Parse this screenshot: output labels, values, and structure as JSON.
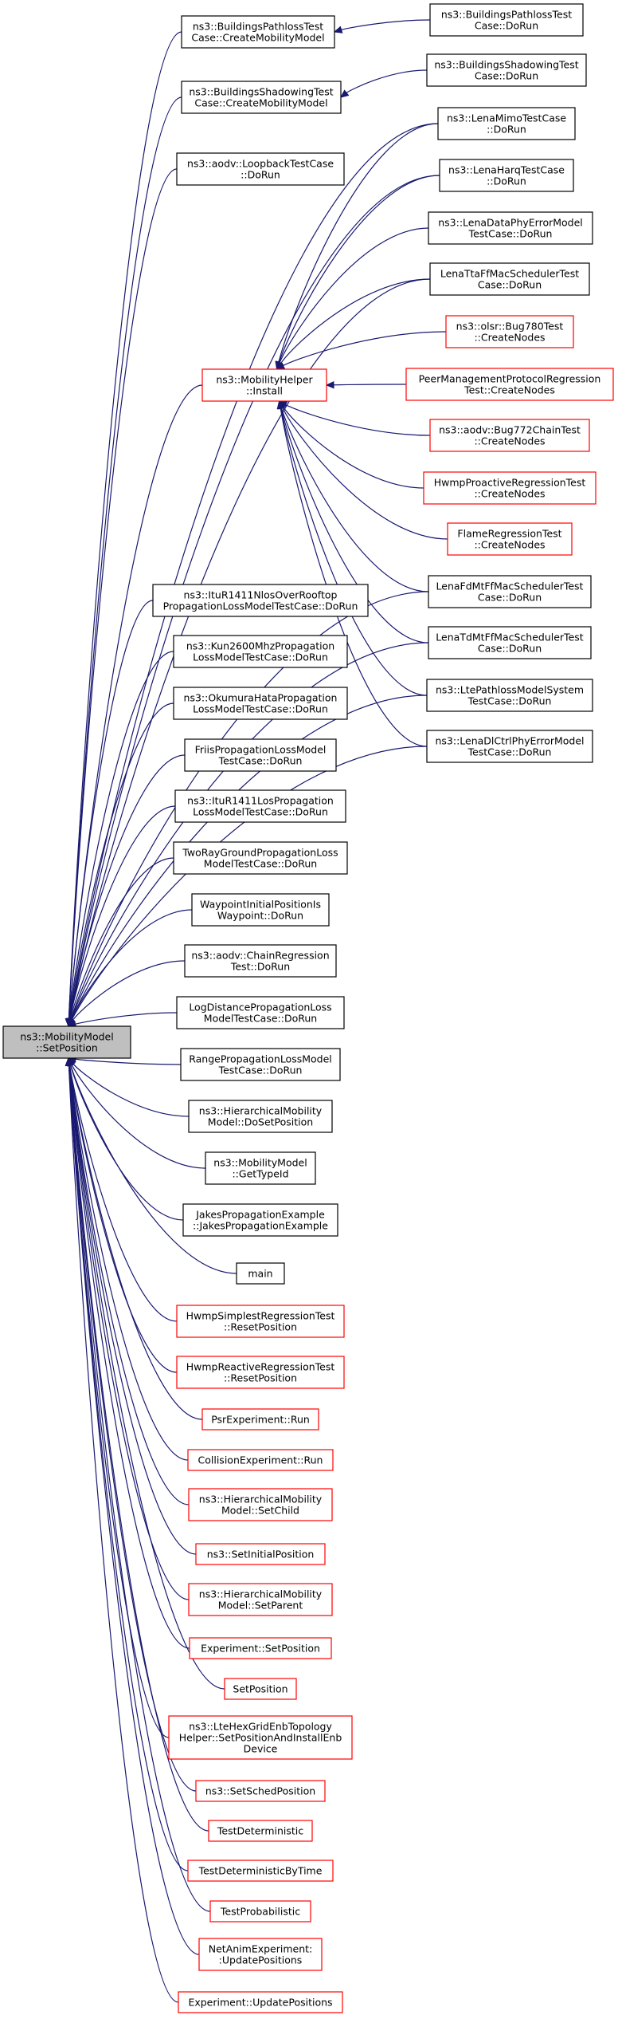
{
  "root": {
    "id": "root",
    "lines": [
      "ns3::MobilityModel",
      "::SetPosition"
    ]
  },
  "helper": {
    "id": "helper",
    "lines": [
      "ns3::MobilityHelper",
      "::Install"
    ],
    "color": "#ff0000"
  },
  "nodes": [
    {
      "id": "bpl_cmm",
      "lines": [
        "ns3::BuildingsPathlossTest",
        "Case::CreateMobilityModel"
      ],
      "color": "#000000"
    },
    {
      "id": "bst_cmm",
      "lines": [
        "ns3::BuildingsShadowingTest",
        "Case::CreateMobilityModel"
      ],
      "color": "#000000"
    },
    {
      "id": "aodv_loop",
      "lines": [
        "ns3::aodv::LoopbackTestCase",
        "::DoRun"
      ],
      "color": "#000000"
    },
    {
      "id": "itu_nlos",
      "lines": [
        "ns3::ItuR1411NlosOverRooftop",
        "PropagationLossModelTestCase::DoRun"
      ],
      "color": "#000000"
    },
    {
      "id": "kun",
      "lines": [
        "ns3::Kun2600MhzPropagation",
        "LossModelTestCase::DoRun"
      ],
      "color": "#000000"
    },
    {
      "id": "okumura",
      "lines": [
        "ns3::OkumuraHataPropagation",
        "LossModelTestCase::DoRun"
      ],
      "color": "#000000"
    },
    {
      "id": "friis",
      "lines": [
        "FriisPropagationLossModel",
        "TestCase::DoRun"
      ],
      "color": "#000000"
    },
    {
      "id": "itu_los",
      "lines": [
        "ns3::ItuR1411LosPropagation",
        "LossModelTestCase::DoRun"
      ],
      "color": "#000000"
    },
    {
      "id": "tworay",
      "lines": [
        "TwoRayGroundPropagationLoss",
        "ModelTestCase::DoRun"
      ],
      "color": "#000000"
    },
    {
      "id": "waypoint",
      "lines": [
        "WaypointInitialPositionIs",
        "Waypoint::DoRun"
      ],
      "color": "#000000"
    },
    {
      "id": "aodv_chain",
      "lines": [
        "ns3::aodv::ChainRegression",
        "Test::DoRun"
      ],
      "color": "#000000"
    },
    {
      "id": "logdist",
      "lines": [
        "LogDistancePropagationLoss",
        "ModelTestCase::DoRun"
      ],
      "color": "#000000"
    },
    {
      "id": "range",
      "lines": [
        "RangePropagationLossModel",
        "TestCase::DoRun"
      ],
      "color": "#000000"
    },
    {
      "id": "hier_dsp",
      "lines": [
        "ns3::HierarchicalMobility",
        "Model::DoSetPosition"
      ],
      "color": "#000000"
    },
    {
      "id": "mm_gti",
      "lines": [
        "ns3::MobilityModel",
        "::GetTypeId"
      ],
      "color": "#000000"
    },
    {
      "id": "jakes",
      "lines": [
        "JakesPropagationExample",
        "::JakesPropagationExample"
      ],
      "color": "#000000"
    },
    {
      "id": "main",
      "lines": [
        "main"
      ],
      "color": "#000000"
    },
    {
      "id": "hwmp_simp",
      "lines": [
        "HwmpSimplestRegressionTest",
        "::ResetPosition"
      ],
      "color": "#ff0000"
    },
    {
      "id": "hwmp_react",
      "lines": [
        "HwmpReactiveRegressionTest",
        "::ResetPosition"
      ],
      "color": "#ff0000"
    },
    {
      "id": "psr",
      "lines": [
        "PsrExperiment::Run"
      ],
      "color": "#ff0000"
    },
    {
      "id": "collision",
      "lines": [
        "CollisionExperiment::Run"
      ],
      "color": "#ff0000"
    },
    {
      "id": "hier_sc",
      "lines": [
        "ns3::HierarchicalMobility",
        "Model::SetChild"
      ],
      "color": "#ff0000"
    },
    {
      "id": "setinit",
      "lines": [
        "ns3::SetInitialPosition"
      ],
      "color": "#ff0000"
    },
    {
      "id": "hier_sp",
      "lines": [
        "ns3::HierarchicalMobility",
        "Model::SetParent"
      ],
      "color": "#ff0000"
    },
    {
      "id": "exp_sp",
      "lines": [
        "Experiment::SetPosition"
      ],
      "color": "#ff0000"
    },
    {
      "id": "setpos",
      "lines": [
        "SetPosition"
      ],
      "color": "#ff0000"
    },
    {
      "id": "ltehex",
      "lines": [
        "ns3::LteHexGridEnbTopology",
        "Helper::SetPositionAndInstallEnb",
        "Device"
      ],
      "color": "#ff0000"
    },
    {
      "id": "sched",
      "lines": [
        "ns3::SetSchedPosition"
      ],
      "color": "#ff0000"
    },
    {
      "id": "tdet",
      "lines": [
        "TestDeterministic"
      ],
      "color": "#ff0000"
    },
    {
      "id": "tdet_time",
      "lines": [
        "TestDeterministicByTime"
      ],
      "color": "#ff0000"
    },
    {
      "id": "tprob",
      "lines": [
        "TestProbabilistic"
      ],
      "color": "#ff0000"
    },
    {
      "id": "netanim",
      "lines": [
        "NetAnimExperiment:",
        ":UpdatePositions"
      ],
      "color": "#ff0000"
    },
    {
      "id": "exp_up",
      "lines": [
        "Experiment::UpdatePositions"
      ],
      "color": "#ff0000"
    },
    {
      "id": "bpl_dorun",
      "lines": [
        "ns3::BuildingsPathlossTest",
        "Case::DoRun"
      ],
      "color": "#000000"
    },
    {
      "id": "bst_dorun",
      "lines": [
        "ns3::BuildingsShadowingTest",
        "Case::DoRun"
      ],
      "color": "#000000"
    },
    {
      "id": "lena_mimo",
      "lines": [
        "ns3::LenaMimoTestCase",
        "::DoRun"
      ],
      "color": "#000000"
    },
    {
      "id": "lena_harq",
      "lines": [
        "ns3::LenaHarqTestCase",
        "::DoRun"
      ],
      "color": "#000000"
    },
    {
      "id": "lena_dpe",
      "lines": [
        "ns3::LenaDataPhyErrorModel",
        "TestCase::DoRun"
      ],
      "color": "#000000"
    },
    {
      "id": "lena_ttaff",
      "lines": [
        "LenaTtaFfMacSchedulerTest",
        "Case::DoRun"
      ],
      "color": "#000000"
    },
    {
      "id": "olsr",
      "lines": [
        "ns3::olsr::Bug780Test",
        "::CreateNodes"
      ],
      "color": "#ff0000"
    },
    {
      "id": "peer",
      "lines": [
        "PeerManagementProtocolRegression",
        "Test::CreateNodes"
      ],
      "color": "#ff0000"
    },
    {
      "id": "aodv772",
      "lines": [
        "ns3::aodv::Bug772ChainTest",
        "::CreateNodes"
      ],
      "color": "#ff0000"
    },
    {
      "id": "hwmp_pro",
      "lines": [
        "HwmpProactiveRegressionTest",
        "::CreateNodes"
      ],
      "color": "#ff0000"
    },
    {
      "id": "flame",
      "lines": [
        "FlameRegressionTest",
        "::CreateNodes"
      ],
      "color": "#ff0000"
    },
    {
      "id": "lena_fdmt",
      "lines": [
        "LenaFdMtFfMacSchedulerTest",
        "Case::DoRun"
      ],
      "color": "#000000"
    },
    {
      "id": "lena_tdmt",
      "lines": [
        "LenaTdMtFfMacSchedulerTest",
        "Case::DoRun"
      ],
      "color": "#000000"
    },
    {
      "id": "lte_path",
      "lines": [
        "ns3::LtePathlossModelSystem",
        "TestCase::DoRun"
      ],
      "color": "#000000"
    },
    {
      "id": "lena_dl",
      "lines": [
        "ns3::LenaDlCtrlPhyErrorModel",
        "TestCase::DoRun"
      ],
      "color": "#000000"
    }
  ],
  "edges_to_root": [
    "bpl_cmm",
    "bst_cmm",
    "aodv_loop",
    "helper",
    "itu_nlos",
    "kun",
    "okumura",
    "friis",
    "itu_los",
    "tworay",
    "waypoint",
    "aodv_chain",
    "logdist",
    "range",
    "hier_dsp",
    "mm_gti",
    "jakes",
    "main",
    "hwmp_simp",
    "hwmp_react",
    "psr",
    "collision",
    "hier_sc",
    "setinit",
    "hier_sp",
    "exp_sp",
    "setpos",
    "ltehex",
    "sched",
    "tdet",
    "tdet_time",
    "tprob",
    "netanim",
    "exp_up",
    "lena_mimo",
    "lena_harq",
    "lena_ttaff",
    "lena_fdmt",
    "lena_tdmt",
    "lte_path",
    "lena_dl"
  ],
  "edges_to_helper": [
    "lena_mimo",
    "lena_harq",
    "lena_dpe",
    "lena_ttaff",
    "olsr",
    "peer",
    "aodv772",
    "hwmp_pro",
    "flame",
    "lena_fdmt",
    "lena_tdmt",
    "lte_path",
    "lena_dl"
  ],
  "edges_chain": [
    [
      "bpl_dorun",
      "bpl_cmm"
    ],
    [
      "bst_dorun",
      "bst_cmm"
    ]
  ],
  "colors": {
    "edge": "#191970",
    "root_fill": "#bfbfbf",
    "call_graph_black": "#000000",
    "call_graph_red": "#ff0000"
  }
}
